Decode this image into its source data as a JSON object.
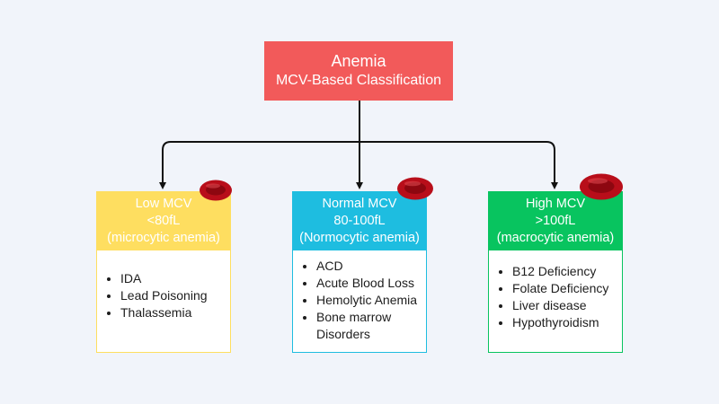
{
  "root": {
    "title": "Anemia",
    "subtitle": "MCV-Based Classification",
    "color": "#f25a5a"
  },
  "categories": [
    {
      "id": "low",
      "name": "Low MCV",
      "range": "<80fL",
      "type": "(microcytic anemia)",
      "color": "#fede60",
      "items": [
        "IDA",
        "Lead Poisoning",
        "Thalassemia"
      ]
    },
    {
      "id": "normal",
      "name": "Normal MCV",
      "range": "80-100fL",
      "type": "(Normocytic anemia)",
      "color": "#1ebde0",
      "items": [
        "ACD",
        "Acute Blood Loss",
        "Hemolytic Anemia",
        "Bone marrow Disorders"
      ]
    },
    {
      "id": "high",
      "name": "High MCV",
      "range": ">100fL",
      "type": "(macrocytic anemia)",
      "color": "#08c45f",
      "items": [
        "B12 Deficiency",
        "Folate Deficiency",
        "Liver disease",
        "Hypothyroidism"
      ]
    }
  ],
  "icons": {
    "cell": "red-blood-cell-icon",
    "arrow": "arrow-down-icon"
  }
}
